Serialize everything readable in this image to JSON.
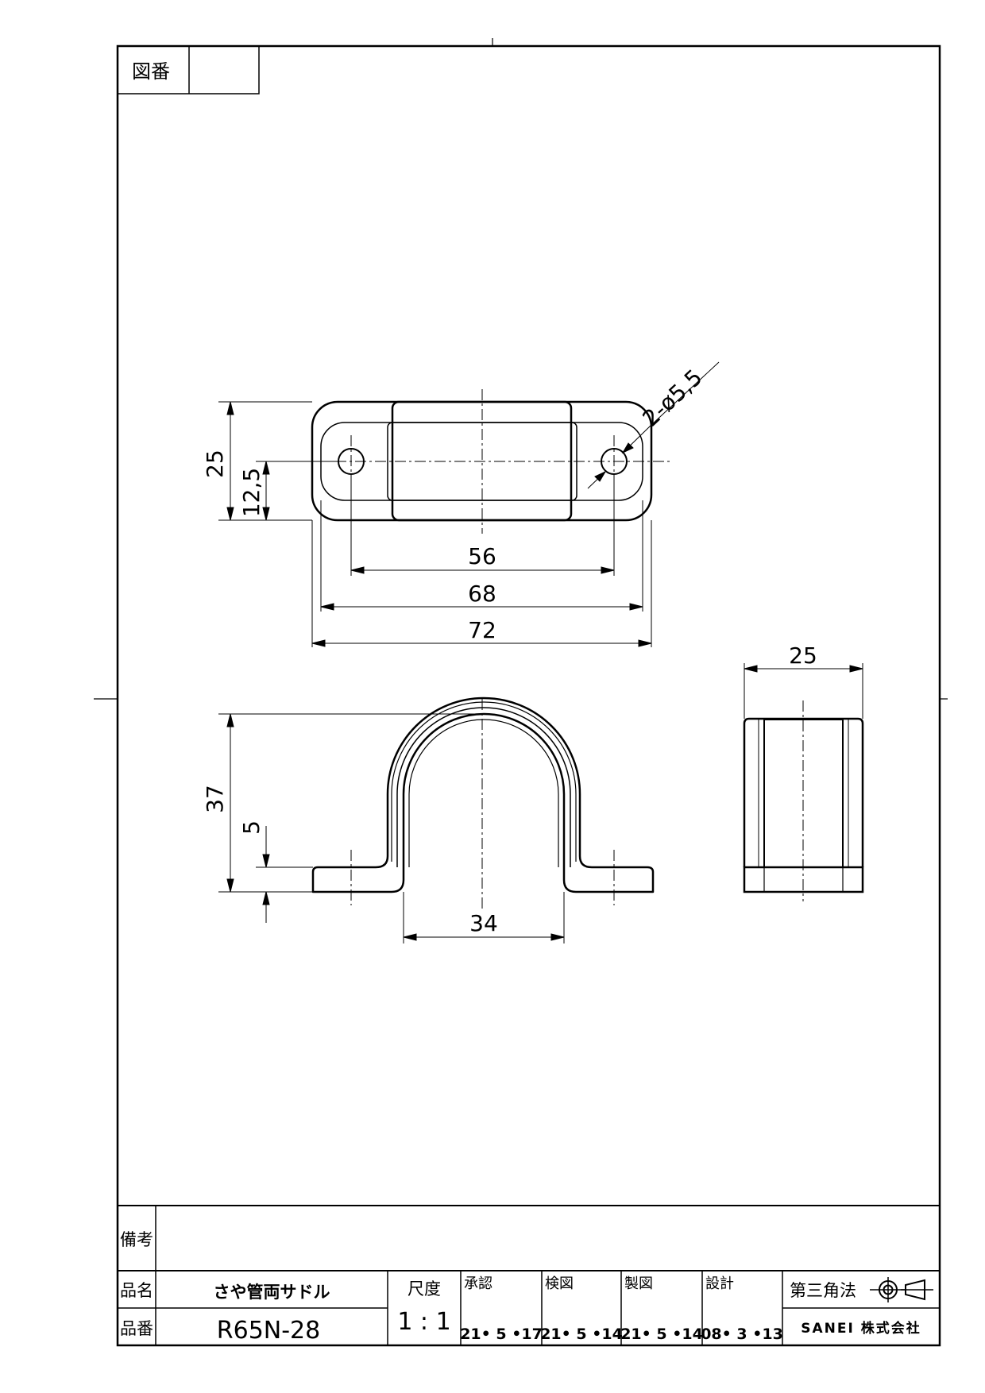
{
  "drawing_number_label": "図番",
  "drawing_number_value": "",
  "dimensions": {
    "top_height": "25",
    "top_half_height": "12,5",
    "hole_pitch": "56",
    "inner_length": "68",
    "overall_length": "72",
    "hole_spec": "2-ø5,5",
    "front_height": "37",
    "flange_thickness": "5",
    "saddle_width": "34",
    "side_width": "25"
  },
  "title_block": {
    "remarks_label": "備考",
    "remarks_value": "",
    "part_name_label": "品名",
    "part_name": "さや管両サドル",
    "part_number_label": "品番",
    "part_number": "R65N-28",
    "scale_label": "尺度",
    "scale_value": "1 : 1",
    "approval_label": "承認",
    "approval_date": "21• 5 •17",
    "check_label": "検図",
    "check_date": "21• 5 •14",
    "drafting_label": "製図",
    "drafting_date": "21• 5 •14",
    "design_label": "設計",
    "design_date": "08• 3 •13",
    "projection_label": "第三角法",
    "company": "SANEI 株式会社"
  }
}
